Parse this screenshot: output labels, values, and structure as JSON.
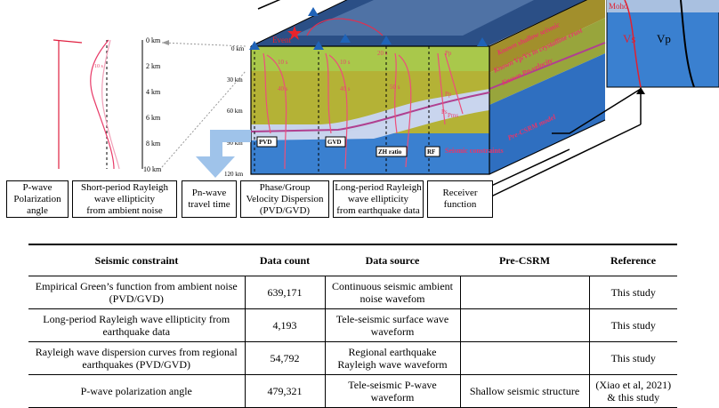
{
  "figure": {
    "depth_ticks_small": [
      "0 km",
      "2 km",
      "4 km",
      "6 km",
      "8 km",
      "10 km"
    ],
    "depth_ticks_block": [
      "0 km",
      "30 km",
      "60 km",
      "90 km",
      "120 km"
    ],
    "pol_label": "P",
    "phase_labels": [
      "PVD",
      "GVD",
      "ZH ratio",
      "RF"
    ],
    "time_labels": [
      "10 s",
      "40 s",
      "10 s",
      "40 s",
      "20 s",
      "50 s",
      "Pp",
      "Pms",
      "Ps",
      "Pp"
    ],
    "event_label": "Event",
    "side_labels": [
      "Known shallow seismic",
      "Known Vp/Vs in crystalline crust",
      "Known Pn-velocity",
      "Pre-CSRM model",
      "Seismic constraints"
    ],
    "right_labels": {
      "moho": "Moho",
      "vs": "Vs",
      "vp": "Vp"
    },
    "colors": {
      "sky": "#4f91d6",
      "green": "#a8c84a",
      "olive": "#b4b236",
      "mantle": "#3a7fd0",
      "pink": "#e8476e"
    }
  },
  "captions": [
    {
      "lines": [
        "P-wave",
        "Polarization",
        "angle"
      ]
    },
    {
      "lines": [
        "Short-period Rayleigh",
        "wave ellipticity",
        "from ambient noise"
      ]
    },
    {
      "lines": [
        "Pn-wave",
        "travel time"
      ]
    },
    {
      "lines": [
        "Phase/Group",
        "Velocity Dispersion",
        "(PVD/GVD)"
      ]
    },
    {
      "lines": [
        "Long-period Rayleigh",
        "wave ellipticity",
        "from earthquake data"
      ]
    },
    {
      "lines": [
        "Receiver",
        "function"
      ]
    }
  ],
  "table": {
    "headers": [
      "Seismic constraint",
      "Data count",
      "Data source",
      "Pre-CSRM",
      "Reference"
    ],
    "rows": [
      [
        "Empirical Green’s function from ambient noise (PVD/GVD)",
        "639,171",
        "Continuous seismic ambient noise wavefom",
        "",
        "This study"
      ],
      [
        "Long-period Rayleigh wave ellipticity from earthquake data",
        "4,193",
        "Tele-seismic surface wave waveform",
        "",
        "This study"
      ],
      [
        "Rayleigh wave dispersion curves from regional earthquakes (PVD/GVD)",
        "54,792",
        "Regional earthquake Rayleigh wave waveform",
        "",
        "This study"
      ],
      [
        "P-wave polarization angle",
        "479,321",
        "Tele-seismic P-wave waveform",
        "Shallow seismic structure",
        "(Xiao et al, 2021) & this study"
      ]
    ]
  }
}
